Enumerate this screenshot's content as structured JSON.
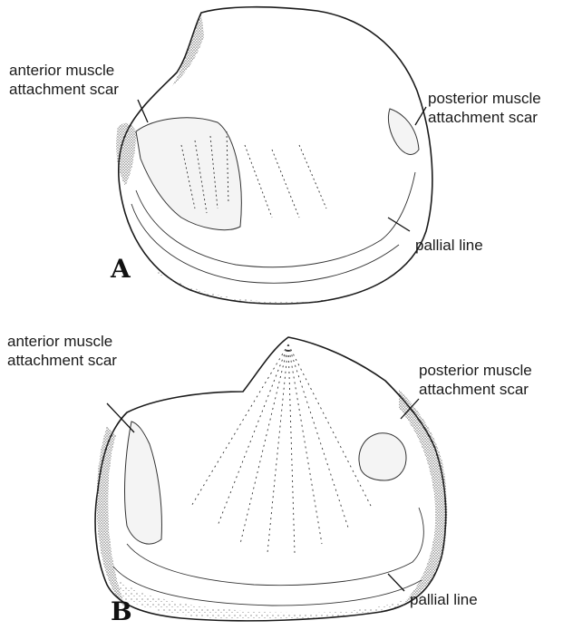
{
  "panel_a": {
    "letter": "A",
    "anterior_label": [
      "anterior muscle",
      "attachment scar"
    ],
    "posterior_label": [
      "posterior muscle",
      "attachment scar"
    ],
    "pallial_label": "pallial line"
  },
  "panel_b": {
    "letter": "B",
    "anterior_label": [
      "anterior muscle",
      "attachment scar"
    ],
    "posterior_label": [
      "posterior muscle",
      "attachment scar"
    ],
    "pallial_label": "pallial line"
  },
  "colors": {
    "ink": "#1a1a1a",
    "paper": "#ffffff"
  }
}
